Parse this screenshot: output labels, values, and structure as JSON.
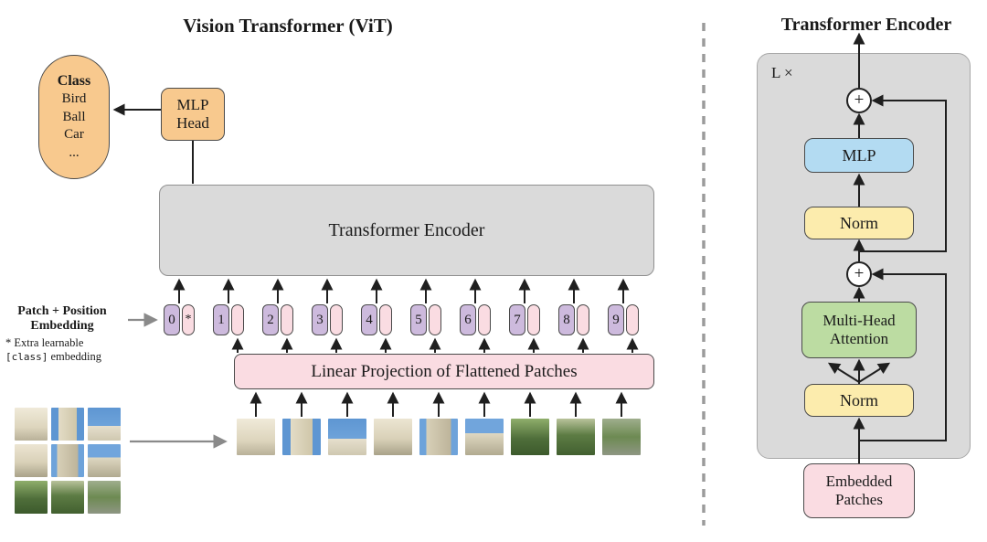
{
  "left": {
    "title": "Vision Transformer (ViT)",
    "class_pill": {
      "heading": "Class",
      "items": [
        "Bird",
        "Ball",
        "Car",
        "..."
      ]
    },
    "mlp_head": [
      "MLP",
      "Head"
    ],
    "encoder_label": "Transformer Encoder",
    "patch_position_label": [
      "Patch + Position",
      "Embedding"
    ],
    "note_line1": "* Extra learnable",
    "note_class_token": "[class]",
    "note_line2_rest": " embedding",
    "linear_projection_label": "Linear Projection of Flattened Patches",
    "tokens": [
      "0",
      "1",
      "2",
      "3",
      "4",
      "5",
      "6",
      "7",
      "8",
      "9"
    ],
    "class_token_mark": "*"
  },
  "right": {
    "title": "Transformer Encoder",
    "repeat_label": "L ×",
    "plus_top": "+",
    "plus_bottom": "+",
    "mlp_label": "MLP",
    "norm_top_label": "Norm",
    "attention_label": [
      "Multi-Head",
      "Attention"
    ],
    "norm_bottom_label": "Norm",
    "embedded_patches_label": [
      "Embedded",
      "Patches"
    ]
  },
  "colors": {
    "orange": "#f8c98e",
    "pink": "#fadce2",
    "purple": "#cdbadd",
    "gray_box": "#dadada",
    "yellow": "#fcecad",
    "green": "#bcdca2",
    "blue": "#b3dbf2",
    "arrow": "#1f1f1f",
    "gray_arrow": "#8a8a8a"
  }
}
